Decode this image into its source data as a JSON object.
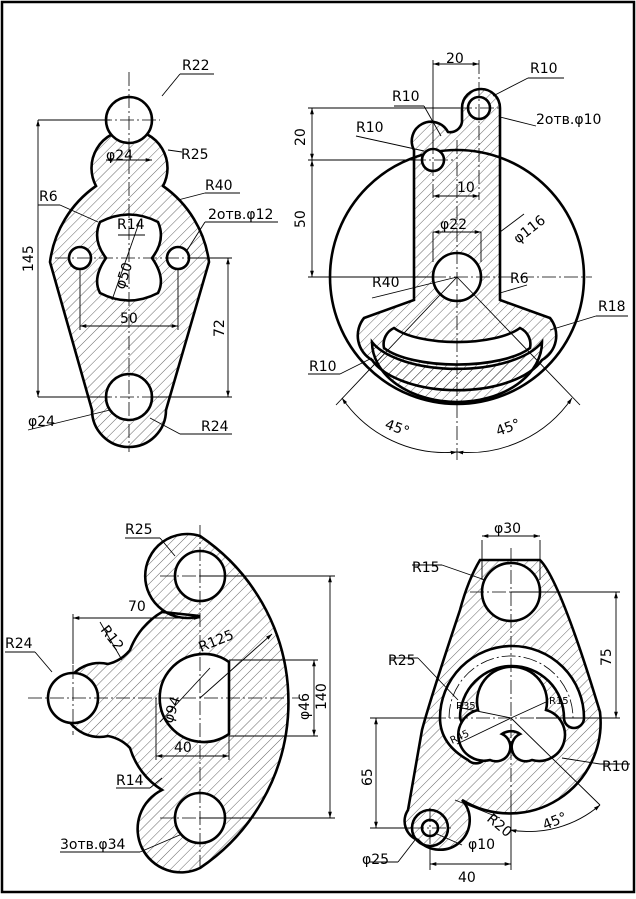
{
  "fig1": {
    "r22": "R22",
    "d24_top": "φ24",
    "r25": "R25",
    "r40": "R40",
    "r6": "R6",
    "r14": "R14",
    "holes_note": "2отв.φ12",
    "dim145": "145",
    "d50": "φ50",
    "dim50": "50",
    "dim72": "72",
    "d24_bottom": "φ24",
    "r24": "R24"
  },
  "fig2": {
    "dim20_top": "20",
    "r10_top": "R10",
    "r10_left_top": "R10",
    "r10_left": "R10",
    "holes_note": "2отв.φ10",
    "dim20_side": "20",
    "dim10": "10",
    "d22": "φ22",
    "d116": "φ116",
    "dim50": "50",
    "r40": "R40",
    "r6": "R6",
    "r18": "R18",
    "r10_bottom": "R10",
    "angle_left": "45°",
    "angle_right": "45°"
  },
  "fig3": {
    "r25": "R25",
    "dim70": "70",
    "r12": "R12",
    "r24": "R24",
    "r125": "R125",
    "d94": "φ94",
    "d46": "φ46",
    "dim140": "140",
    "dim40": "40",
    "r14": "R14",
    "holes_note": "3отв.φ34"
  },
  "fig4": {
    "d30": "φ30",
    "r15_top": "R15",
    "dim75": "75",
    "r25": "R25",
    "r35": "R35",
    "r15_inner": "R15",
    "r45": "R45",
    "r10": "R10",
    "dim65": "65",
    "r20": "R20",
    "angle": "45°",
    "d25": "φ25",
    "d10": "φ10",
    "dim40": "40"
  }
}
